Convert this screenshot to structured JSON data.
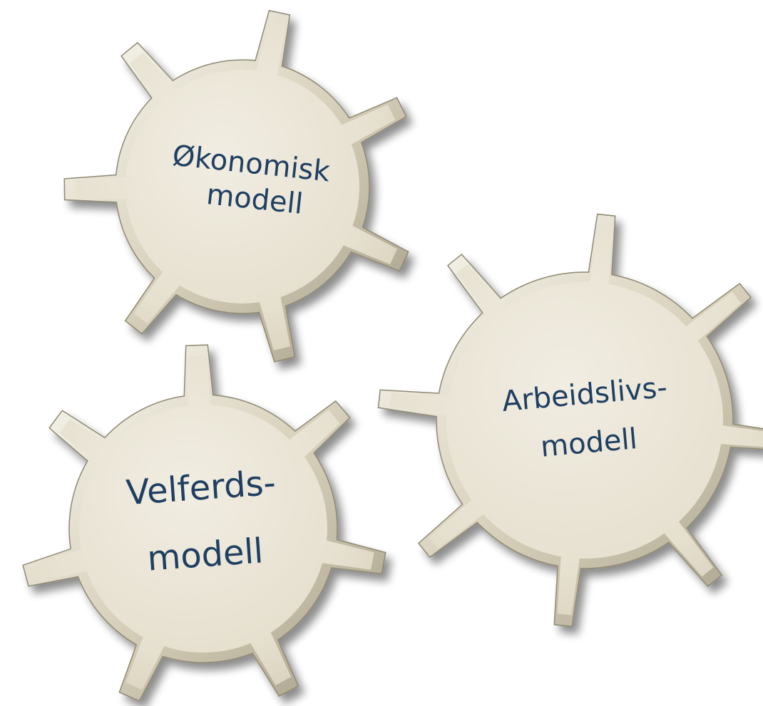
{
  "diagram": {
    "title": "",
    "gears": [
      {
        "id": "okonomisk",
        "lines": [
          "Økonomisk",
          "modell"
        ]
      },
      {
        "id": "arbeidsliv",
        "lines": [
          "Arbeidslivs-",
          "modell"
        ]
      },
      {
        "id": "velferd",
        "lines": [
          "Velferds-",
          "modell"
        ]
      }
    ],
    "colors": {
      "gear_face": "#e6e0cf",
      "gear_face_light": "#f1ede2",
      "gear_edge_light": "#fbfaf4",
      "gear_edge_dark": "#a59e87",
      "shadow": "#8d8672",
      "text": "#1f3f62"
    }
  }
}
